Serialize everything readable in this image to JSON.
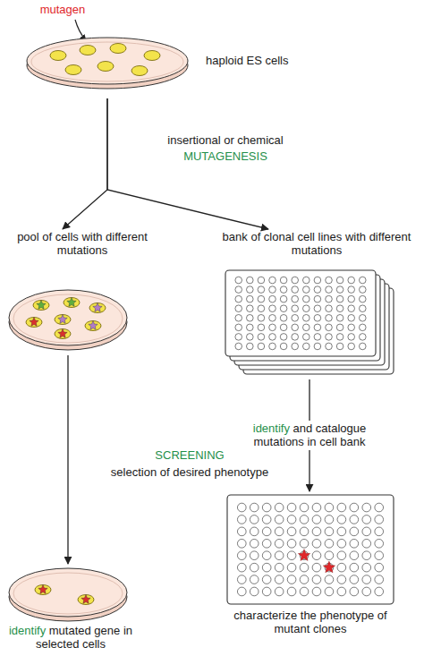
{
  "diagram": {
    "nodes": [
      {
        "text": [
          "haploid ES cells"
        ]
      },
      {
        "text": [
          "pool of cells with different mutations"
        ]
      },
      {
        "text": [
          "bank of clonal cell lines with different mutations"
        ]
      },
      {
        "text": [
          "identify mutated gene in selected cells"
        ]
      },
      {
        "text": [
          "characterize the phenotype of mutant clones"
        ]
      }
    ],
    "edges": [
      {
        "from": 0,
        "to": 1,
        "arrow": "to"
      },
      {
        "from": 0,
        "to": 2,
        "arrow": "to"
      },
      {
        "from": 1,
        "to": 3,
        "arrow": "to"
      },
      {
        "from": 2,
        "to": 4,
        "arrow": "to",
        "label": "identify and catalogue mutations in cell bank"
      }
    ],
    "labels": [
      "mutagen",
      "insertional or chemical",
      "MUTAGENESIS",
      "SCREENING",
      "selection of desired phenotype"
    ]
  }
}
